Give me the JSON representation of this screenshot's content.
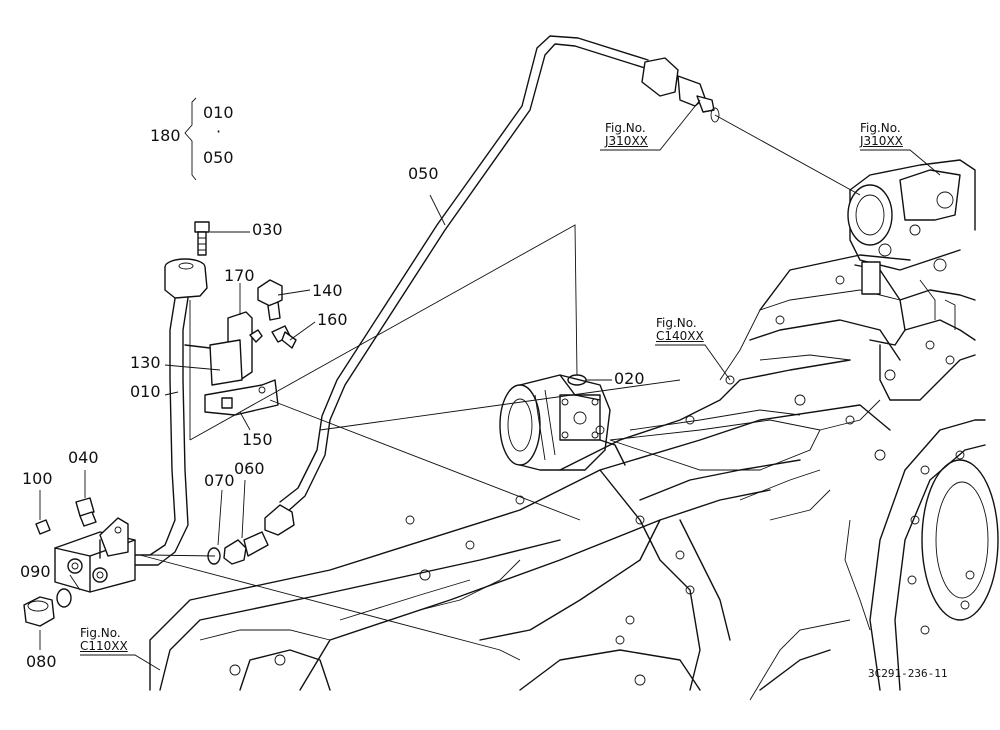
{
  "diagram": {
    "part_labels": [
      {
        "id": "180",
        "text": "180"
      },
      {
        "id": "010a",
        "text": "010"
      },
      {
        "id": "dot",
        "text": "·"
      },
      {
        "id": "050a",
        "text": "050"
      },
      {
        "id": "030",
        "text": "030"
      },
      {
        "id": "170",
        "text": "170"
      },
      {
        "id": "140",
        "text": "140"
      },
      {
        "id": "160",
        "text": "160"
      },
      {
        "id": "130",
        "text": "130"
      },
      {
        "id": "010b",
        "text": "010"
      },
      {
        "id": "150",
        "text": "150"
      },
      {
        "id": "050b",
        "text": "050"
      },
      {
        "id": "020",
        "text": "020"
      },
      {
        "id": "040",
        "text": "040"
      },
      {
        "id": "100",
        "text": "100"
      },
      {
        "id": "070",
        "text": "070"
      },
      {
        "id": "060",
        "text": "060"
      },
      {
        "id": "090",
        "text": "090"
      },
      {
        "id": "080",
        "text": "080"
      }
    ],
    "figure_refs": [
      {
        "id": "j310_a",
        "title": "Fig.No.",
        "code": "J310XX"
      },
      {
        "id": "j310_b",
        "title": "Fig.No.",
        "code": "J310XX"
      },
      {
        "id": "c140",
        "title": "Fig.No.",
        "code": "C140XX"
      },
      {
        "id": "c110",
        "title": "Fig.No.",
        "code": "C110XX"
      }
    ],
    "drawing_code": "3C291-236-11"
  }
}
